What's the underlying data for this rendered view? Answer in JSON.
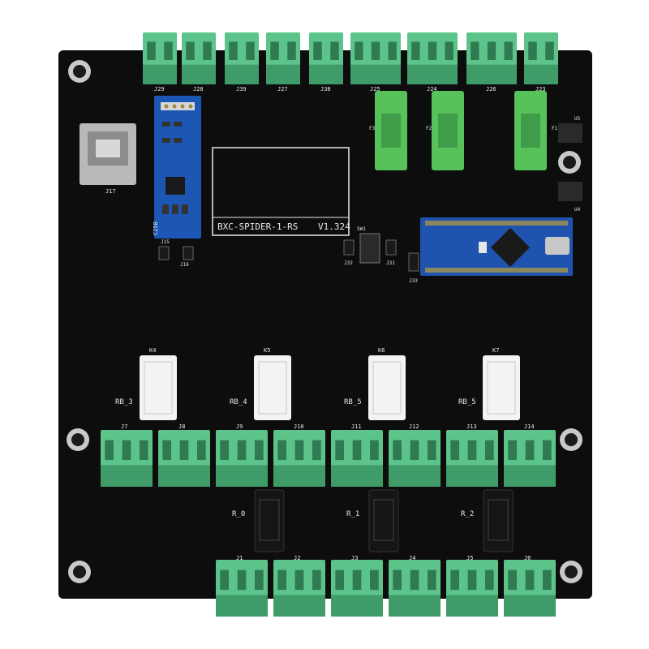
{
  "board": {
    "title": "BXC-SPIDER-1-RS",
    "version": "V1.324",
    "colors": {
      "pcb": "#0d0d0d",
      "terminal": "#5cc48a",
      "terminal_dark": "#3f9c68",
      "fuse_holder": "#58c25a",
      "relay": "#f3f3f3",
      "small_relay": "#151515",
      "module_blue": "#1c57b5",
      "nano_blue": "#1e54b0",
      "usb_silver": "#b9b9b9"
    }
  },
  "top_connectors": [
    "J29",
    "J28",
    "J39",
    "J27",
    "J38",
    "J25",
    "J24",
    "J26",
    "J23"
  ],
  "mid_connectors": [
    "J7",
    "J8",
    "J9",
    "J10",
    "J11",
    "J12",
    "J13",
    "J14"
  ],
  "bottom_connectors": [
    "J1",
    "J2",
    "J3",
    "J4",
    "J5",
    "J6"
  ],
  "relays_large": [
    {
      "ref": "K4",
      "label": "RB_3"
    },
    {
      "ref": "K5",
      "label": "RB_4"
    },
    {
      "ref": "K6",
      "label": "RB_5"
    },
    {
      "ref": "K7",
      "label": "RB_5"
    }
  ],
  "relays_small": [
    "R_0",
    "R_1",
    "R_2"
  ],
  "other_labels": {
    "usb": "J17",
    "module": "C25B",
    "j15": "J15",
    "j16": "J16",
    "sw1": "SW1",
    "j32": "J32",
    "j31": "J31",
    "j33": "J33",
    "u5": "U5",
    "u4": "U4",
    "fuses": [
      "F3",
      "F2",
      "F1"
    ]
  }
}
